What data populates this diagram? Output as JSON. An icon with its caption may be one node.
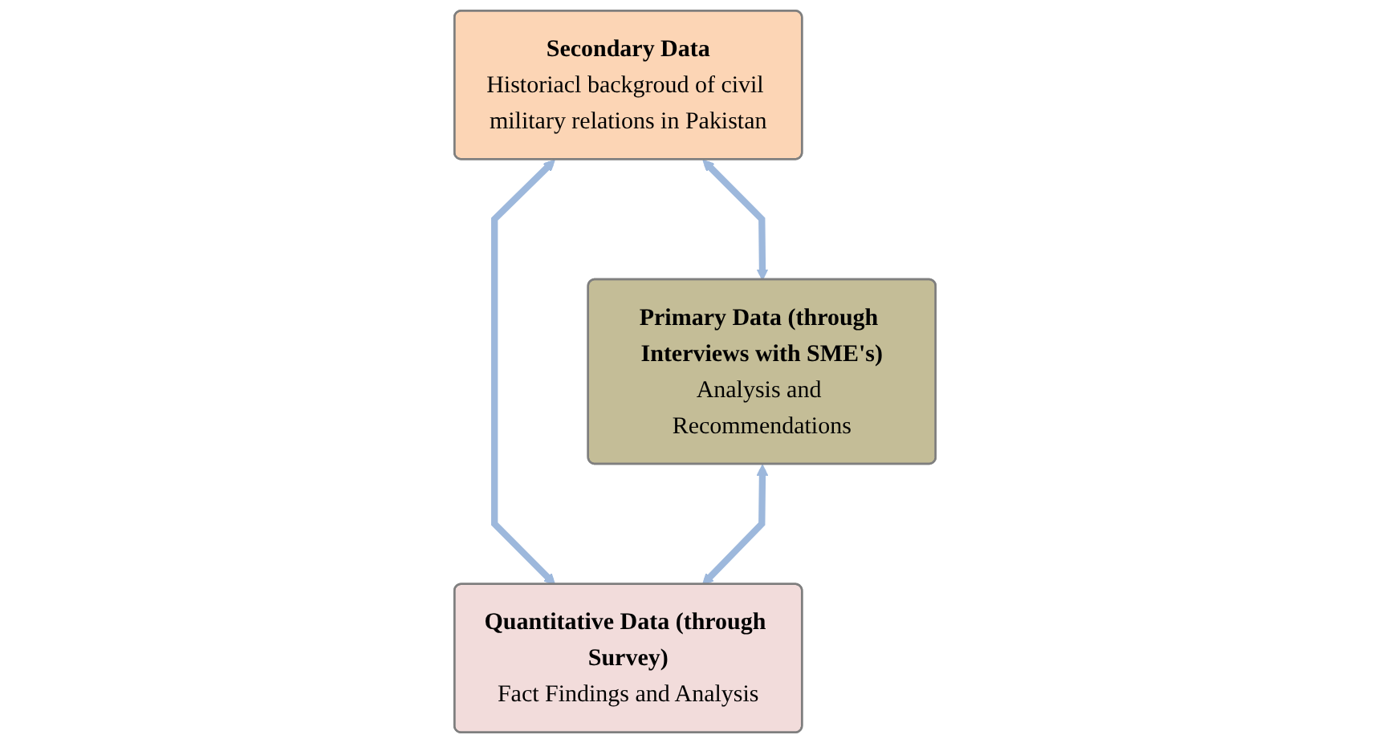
{
  "diagram": {
    "nodes": [
      {
        "text": [
          "Secondary Data",
          "Historiacl backgroud of civil military relations in Pakistan"
        ]
      },
      {
        "text": [
          "Primary Data (through Interviews with SME's)",
          "Analysis and Recommendations"
        ]
      },
      {
        "text": [
          "Quantitative Data (through Survey)",
          "Fact Findings and Analysis"
        ]
      }
    ],
    "edges": [
      {
        "from": 0,
        "to": 1,
        "arrow": "both"
      },
      {
        "from": 0,
        "to": 2,
        "arrow": "both"
      },
      {
        "from": 1,
        "to": 2,
        "arrow": "both"
      }
    ]
  }
}
